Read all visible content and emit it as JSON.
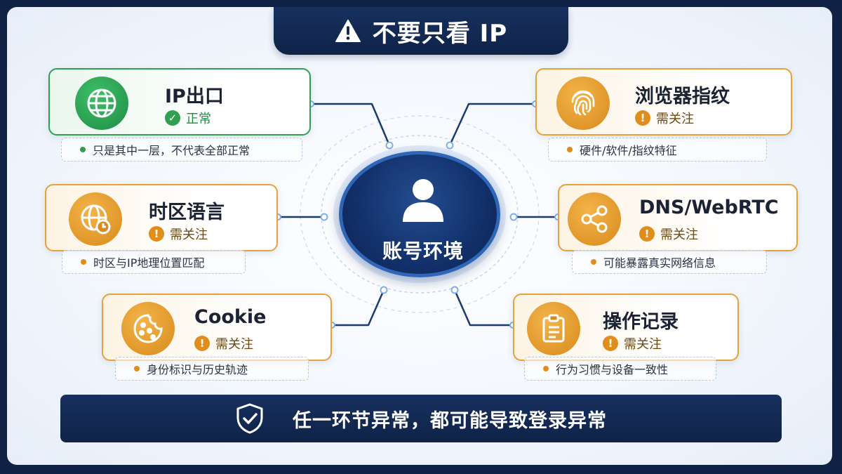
{
  "title": {
    "text": "不要只看 IP",
    "icon": "warning-icon"
  },
  "center": {
    "label": "账号环境",
    "icon": "user-icon"
  },
  "factors": [
    {
      "name": "IP出口",
      "status": "正常",
      "state": "ok",
      "icon": "globe-icon",
      "note": "只是其中一层，不代表全部正常"
    },
    {
      "name": "时区语言",
      "status": "需关注",
      "state": "warn",
      "icon": "globe-clock-icon",
      "note": "时区与IP地理位置匹配"
    },
    {
      "name": "Cookie",
      "status": "需关注",
      "state": "warn",
      "icon": "cookie-icon",
      "note": "身份标识与历史轨迹"
    },
    {
      "name": "浏览器指纹",
      "status": "需关注",
      "state": "warn",
      "icon": "fingerprint-icon",
      "note": "硬件/软件/指纹特征"
    },
    {
      "name": "DNS/WebRTC",
      "status": "需关注",
      "state": "warn",
      "icon": "share-icon",
      "note": "可能暴露真实网络信息"
    },
    {
      "name": "操作记录",
      "status": "需关注",
      "state": "warn",
      "icon": "clipboard-icon",
      "note": "行为习惯与设备一致性"
    }
  ],
  "status_marks": {
    "ok": "✓",
    "warn": "!"
  },
  "footer": {
    "text": "任一环节异常，都可能导致登录异常",
    "icon": "shield-check-icon"
  },
  "colors": {
    "navy": "#0f2348",
    "ok": "#2ea050",
    "warn": "#e08e1b",
    "card_warn_border": "#e4a23a"
  }
}
